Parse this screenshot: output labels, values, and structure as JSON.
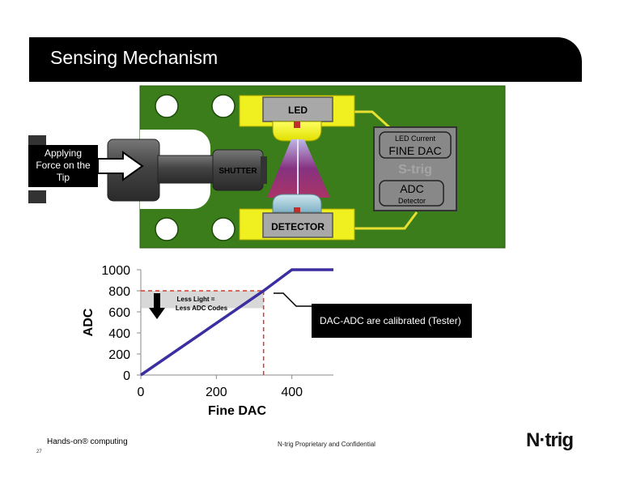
{
  "slide": {
    "title": "Sensing Mechanism",
    "footer_left": "Hands-on® computing",
    "page_number": "27",
    "footer_center": "N-trig Proprietary and Confidential",
    "logo_text": "N·trig",
    "colors": {
      "board_green": "#3a7d1a",
      "trace_yellow": "#e8e030",
      "led_yellow": "#f5f500",
      "detector_blue": "#9cc8d8",
      "light_magenta": "#9b2f7a",
      "plot_line": "#3a2ea0",
      "guide_red": "#d63a2a"
    }
  },
  "diagram": {
    "force_label": [
      "Applying",
      "Force on the",
      "Tip"
    ],
    "shutter_label": "SHUTTER",
    "led_label": "LED",
    "detector_label": "DETECTOR",
    "chip": {
      "led_current_label": "LED Current",
      "fine_dac_label": "FINE DAC",
      "brand": "S-trig",
      "adc_label": "ADC",
      "detector_label": "Detector"
    }
  },
  "chart_data": {
    "type": "line",
    "xlabel": "Fine DAC",
    "ylabel": "ADC",
    "xlim": [
      0,
      510
    ],
    "ylim": [
      0,
      1000
    ],
    "x_ticks": [
      0,
      200,
      400
    ],
    "y_ticks": [
      0,
      200,
      400,
      600,
      800,
      1000
    ],
    "series": [
      {
        "x": [
          0,
          325,
          400,
          510
        ],
        "y": [
          0,
          800,
          1000,
          1000
        ]
      }
    ],
    "reference_point": {
      "x": 325,
      "y": 800
    },
    "annotation": [
      "Less Light =",
      "Less ADC Codes"
    ],
    "callout": "DAC-ADC are calibrated (Tester)"
  }
}
